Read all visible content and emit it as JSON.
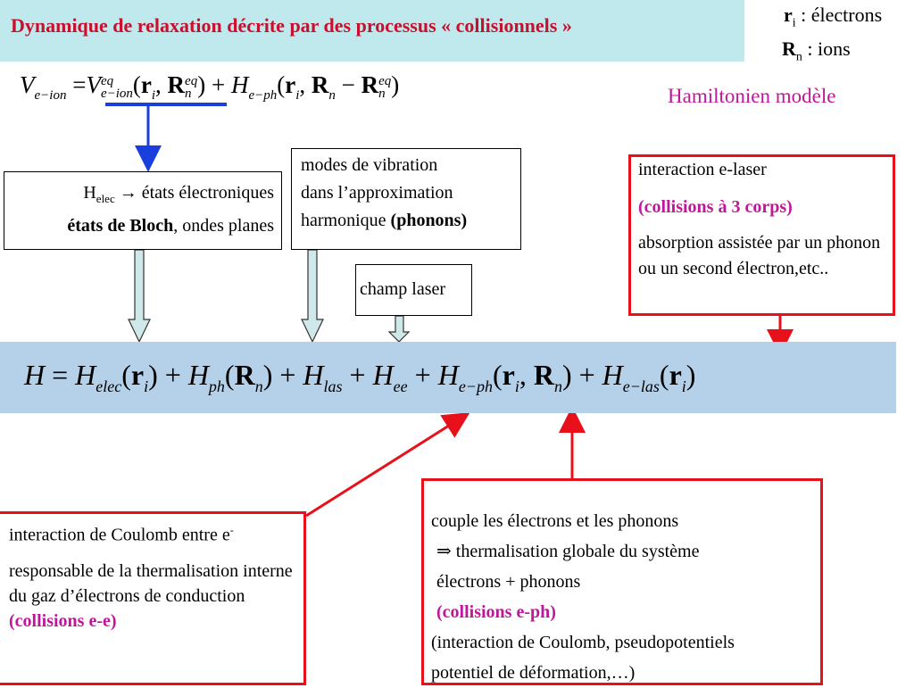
{
  "slide": {
    "title": "Dynamique de relaxation décrite par des processus « collisionnels »",
    "legend": {
      "r_symbol": "r",
      "r_sub": "i",
      "r_text": " : électrons",
      "R_symbol": "R",
      "R_sub": "n",
      "R_text": " : ions"
    },
    "model_label": "Hamiltonien modèle",
    "potential_equation": "V_{e−ion} = V^{eq}_{e−ion}(r_i, R^{eq}_n) + H_{e−ph}(r_i, R_n − R^{eq}_n)",
    "hamiltonian_equation": "H = H_{elec}(r_i) + H_{ph}(R_n) + H_{las} + H_{ee} + H_{e−ph}(r_i, R_n) + H_{e−las}(r_i)",
    "boxes": {
      "elec": {
        "h_symbol": "H",
        "h_sub": "elec",
        "line1_rest": " → états électroniques",
        "line2_bold": "états de Bloch",
        "line2_rest": ", ondes planes"
      },
      "phonon": {
        "line1": "modes de vibration",
        "line2": "dans l’approximation",
        "line3_plain": "harmonique ",
        "line3_bold": "(phonons)"
      },
      "laser": {
        "text": "champ laser"
      },
      "e_laser": {
        "line1": "interaction e-laser",
        "line2": "(collisions à 3 corps)",
        "line3": "absorption assistée par un phonon ou un second électron,etc.."
      },
      "coulomb": {
        "line1": "interaction de Coulomb entre e",
        "line1_sup": "-",
        "line2": "responsable de la thermalisation interne du gaz d’électrons de conduction",
        "line3": "(collisions e-e)"
      },
      "eph": {
        "line1": "couple les électrons et les phonons",
        "line2": "⇒  thermalisation globale du système",
        "line3": "électrons + phonons",
        "line4": "(collisions e-ph)",
        "line5": "(interaction de Coulomb, pseudopotentiels",
        "line6": "potentiel de déformation,…)"
      }
    }
  },
  "colors": {
    "title_bg": "#bfe9ec",
    "title_text": "#c8102e",
    "magenta": "#c0179a",
    "band": "#b5d1ea",
    "red": "#e8101a",
    "blue": "#1a3fdc",
    "hollow_arrow_fill": "#cfe8ea"
  }
}
